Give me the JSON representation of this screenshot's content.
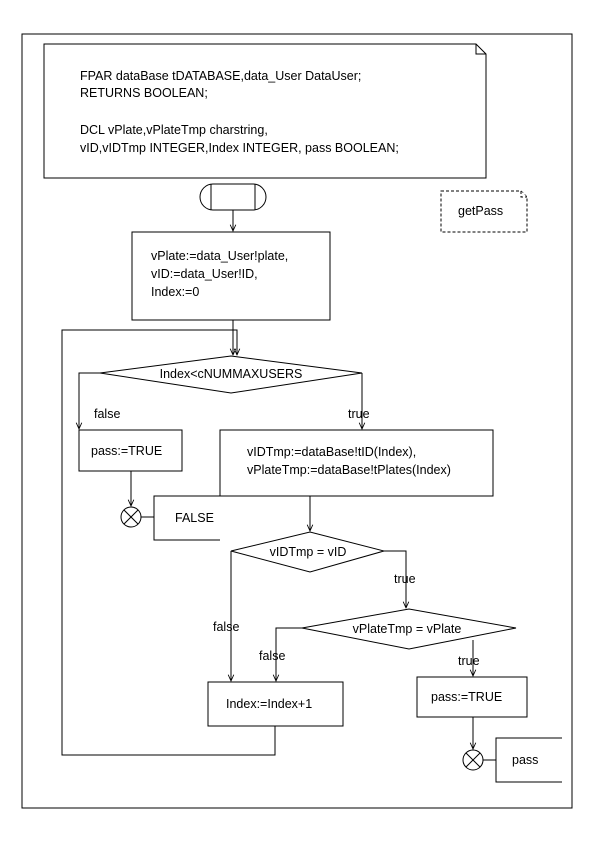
{
  "declaration": {
    "lines": [
      "FPAR dataBase tDATABASE,data_User DataUser;",
      "RETURNS BOOLEAN;",
      "",
      "DCL vPlate,vPlateTmp charstring,",
      "vID,vIDTmp INTEGER,Index INTEGER, pass BOOLEAN;"
    ]
  },
  "procedure_reference": {
    "label": "getPass"
  },
  "init_task": {
    "lines": [
      "vPlate:=data_User!plate,",
      "vID:=data_User!ID,",
      "Index:=0"
    ]
  },
  "loop_decision": {
    "label": "Index<cNUMMAXUSERS",
    "false_label": "false",
    "true_label": "true"
  },
  "false_task": {
    "label": "pass:=TRUE"
  },
  "false_return": {
    "label": "FALSE"
  },
  "fetch_task": {
    "lines": [
      "vIDTmp:=dataBase!tID(Index),",
      "vPlateTmp:=dataBase!tPlates(Index)"
    ]
  },
  "id_decision": {
    "label": "vIDTmp = vID",
    "true_label": "true",
    "false_label": "false"
  },
  "plate_decision": {
    "label": "vPlateTmp = vPlate",
    "false_label": "false",
    "true_label": "true"
  },
  "increment_task": {
    "label": "Index:=Index+1"
  },
  "pass_task": {
    "label": "pass:=TRUE"
  },
  "pass_return": {
    "label": "pass"
  }
}
